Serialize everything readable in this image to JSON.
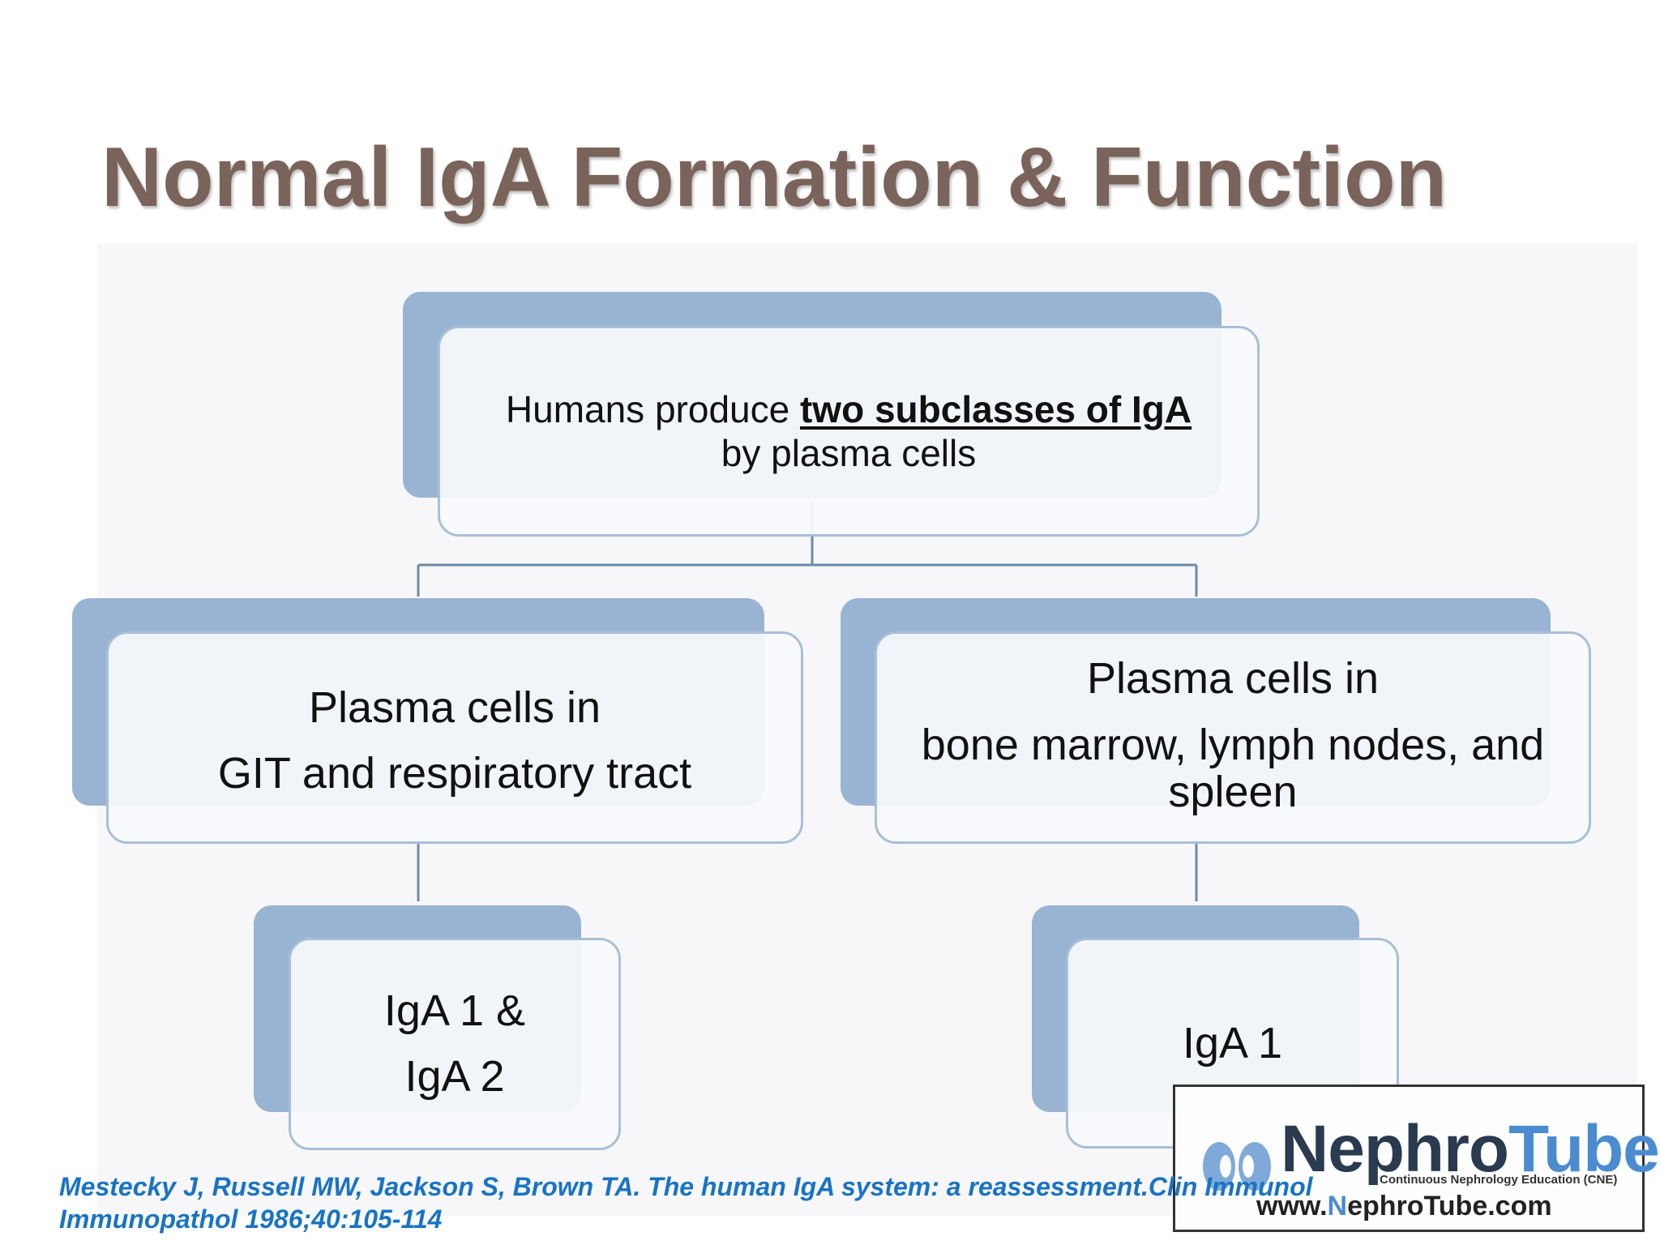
{
  "slide": {
    "title": "Normal IgA Formation & Function"
  },
  "diagram": {
    "root": {
      "text_before": "Humans produce ",
      "text_emphasis": "two subclasses of IgA",
      "text_after": "by plasma cells"
    },
    "left": {
      "line1": "Plasma cells in",
      "line2": "GIT and respiratory tract"
    },
    "right": {
      "line1": "Plasma cells in",
      "line2": "bone marrow, lymph nodes, and",
      "line3": "spleen"
    },
    "left_child": {
      "line1": "IgA 1 &",
      "line2": "IgA 2"
    },
    "right_child": {
      "line1": "IgA 1"
    }
  },
  "citation": {
    "text": "Mestecky J, Russell MW, Jackson S, Brown TA. The human IgA system: a reassessment.Clin Immunol Immunopathol 1986;40:105-114"
  },
  "logo": {
    "name_part1": "Nephro",
    "name_part2": "Tube",
    "tagline": "Continuous Nephrology Education (CNE)",
    "url_prefix": "www.",
    "url_accent": "N",
    "url_rest": "ephroTube.com"
  },
  "colors": {
    "title": "#7a635a",
    "card_back": "#98b4d2",
    "card_border": "#a9bfd8",
    "connector": "#6f8aa6",
    "citation": "#1a73c4"
  }
}
